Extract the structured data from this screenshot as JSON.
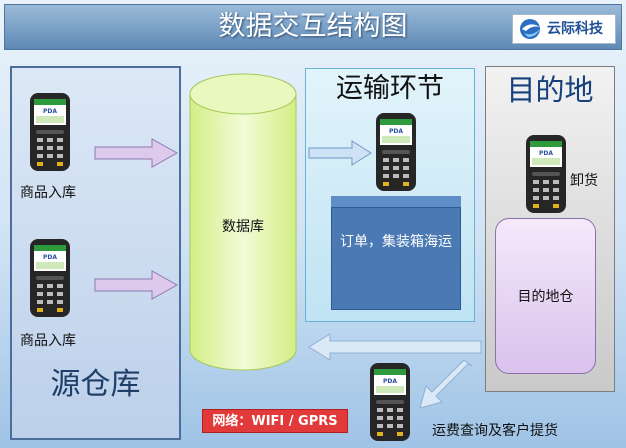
{
  "title": "数据交互结构图",
  "logo": {
    "text": "云际科技"
  },
  "zones": {
    "source": {
      "title": "源仓库",
      "items": [
        "商品入库",
        "商品入库"
      ]
    },
    "database": {
      "label": "数据库"
    },
    "transport": {
      "title": "运输环节",
      "order_label": "订单，集装箱海运"
    },
    "destination": {
      "title": "目的地",
      "unload_label": "卸货",
      "warehouse_label": "目的地仓"
    }
  },
  "bottom": {
    "freight_label": "运费查询及客户提货",
    "network_label": "网络：WIFI / GPRS"
  },
  "device": {
    "screen_text": "PDA"
  },
  "icons": [
    "pda-device-icon",
    "right-arrow-icon",
    "left-arrow-icon",
    "diagonal-arrow-icon",
    "database-cylinder-icon",
    "logo-icon"
  ],
  "colors": {
    "title_bar": "#6b94c0",
    "source_zone": "#c5d7ee",
    "transport_zone": "#cfeaf6",
    "destination_zone": "#d8d8d8",
    "database": "#e6f7b7",
    "order_box": "#4a79b4",
    "warehouse_box": "#e7d4f3",
    "arrow_fill": "#dcc9ec",
    "network_badge": "#e23a3a"
  }
}
